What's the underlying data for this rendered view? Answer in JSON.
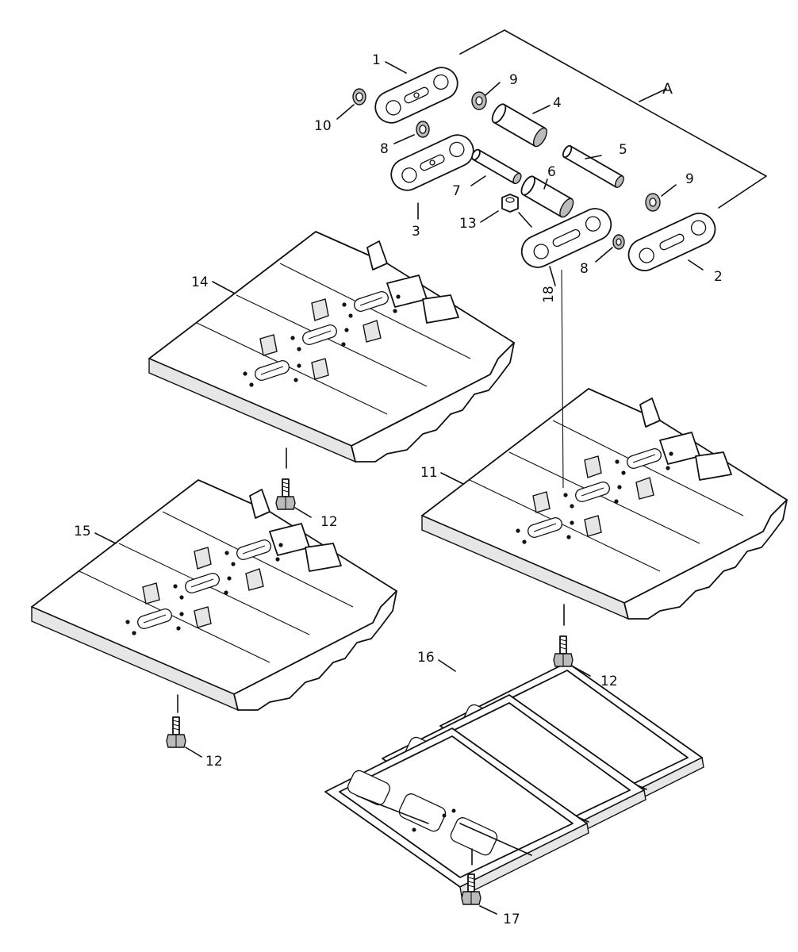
{
  "callouts": {
    "A": "A",
    "p1": "1",
    "p2": "2",
    "p3": "3",
    "p4": "4",
    "p5": "5",
    "p6": "6",
    "p7": "7",
    "p8a": "8",
    "p8b": "8",
    "p9a": "9",
    "p9b": "9",
    "p10": "10",
    "p11": "11",
    "p12a": "12",
    "p12b": "12",
    "p12c": "12",
    "p13": "13",
    "p14": "14",
    "p15": "15",
    "p16": "16",
    "p17": "17",
    "p18": "18"
  },
  "icons": {
    "link": "track-link-icon",
    "bushing": "bushing-icon",
    "pin": "pin-icon",
    "seal": "seal-ring-icon",
    "nut": "nut-icon",
    "bolt": "bolt-icon",
    "shoe": "track-shoe-icon",
    "pad": "rubber-pad-icon"
  }
}
